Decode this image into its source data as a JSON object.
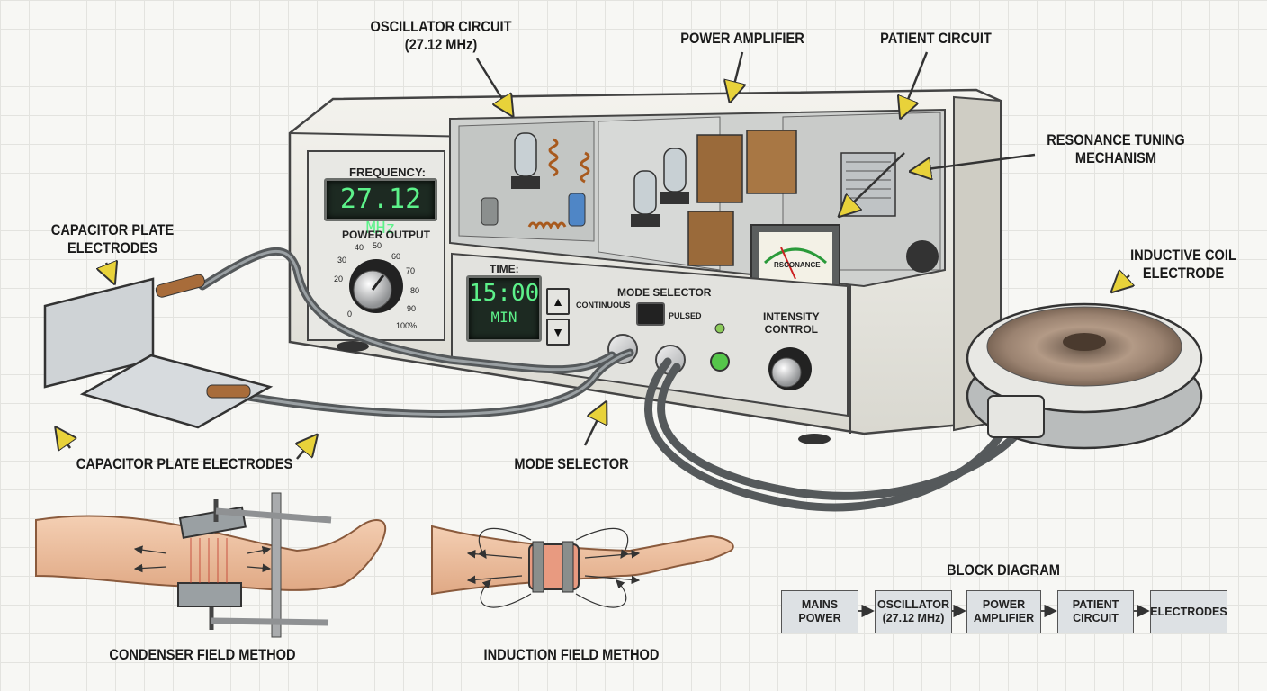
{
  "callouts": {
    "oscillator_circuit": "OSCILLATOR CIRCUIT\n(27.12 MHz)",
    "power_amplifier": "POWER AMPLIFIER",
    "patient_circuit": "PATIENT CIRCUIT",
    "resonance_tuning": "RESONANCE TUNING\nMECHANISM",
    "capacitor_plate_top": "CAPACITOR PLATE\nELECTRODES",
    "capacitor_plate_bottom": "CAPACITOR PLATE ELECTRODES",
    "inductive_coil": "INDUCTIVE COIL\nELECTRODE",
    "mode_selector": "MODE SELECTOR"
  },
  "panel": {
    "frequency_label": "FREQUENCY:",
    "frequency_value": "27.12",
    "frequency_unit": "MHz",
    "power_output_label": "POWER OUTPUT",
    "dial_ticks": [
      "0",
      "20",
      "30",
      "40",
      "50",
      "60",
      "70",
      "80",
      "90",
      "100%"
    ],
    "time_label": "TIME:",
    "time_value": "15:00",
    "time_unit": "MIN",
    "mode_selector_label": "MODE SELECTOR",
    "mode_continuous": "CONTINUOUS",
    "mode_pulsed": "PULSED",
    "intensity_label": "INTENSITY\nCONTROL",
    "meter_label": "RSCONANCE"
  },
  "methods": {
    "condenser": "CONDENSER FIELD METHOD",
    "induction": "INDUCTION FIELD METHOD"
  },
  "block_diagram": {
    "title": "BLOCK DIAGRAM",
    "blocks": [
      "MAINS\nPOWER",
      "OSCILLATOR\n(27.12 MHz)",
      "POWER\nAMPLIFIER",
      "PATIENT\nCIRCUIT",
      "ELECTRODES"
    ]
  },
  "colors": {
    "lcd_text": "#5df28a",
    "callout_arrow": "#e8d23a",
    "case": "#ecebe4"
  }
}
